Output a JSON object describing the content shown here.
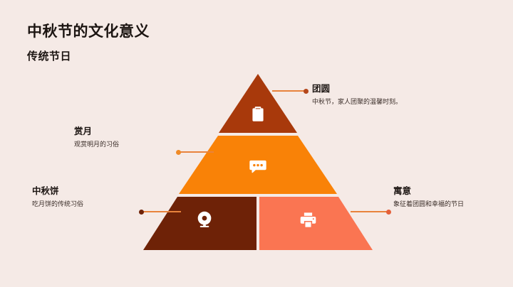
{
  "header": {
    "title": "中秋节的文化意义",
    "subtitle": "传统节日"
  },
  "colors": {
    "background": "#f5eae6",
    "tier_top": "#a8390b",
    "tier_middle": "#f98207",
    "tier_bottom_left": "#6e2207",
    "tier_bottom_right": "#fa7552",
    "connector_line": "#e8833c",
    "heading_text": "#1c1512",
    "body_text": "#3a2d28"
  },
  "diagram": {
    "type": "pyramid",
    "tiers": [
      {
        "id": "top",
        "icon": "clipboard-icon",
        "color": "#a8390b",
        "label": "团圆",
        "description": "中秋节，家人团聚的温馨时刻。",
        "side": "right"
      },
      {
        "id": "middle",
        "icon": "chat-bubble-icon",
        "color": "#f98207",
        "label": "赏月",
        "description": "观赏明月的习俗",
        "side": "left"
      },
      {
        "id": "bottom-left",
        "icon": "webcam-icon",
        "color": "#6e2207",
        "label": "中秋饼",
        "description": "吃月饼的传统习俗",
        "side": "left"
      },
      {
        "id": "bottom-right",
        "icon": "printer-icon",
        "color": "#fa7552",
        "label": "寓意",
        "description": "象征着团圆和幸福的节日",
        "side": "right"
      }
    ]
  }
}
